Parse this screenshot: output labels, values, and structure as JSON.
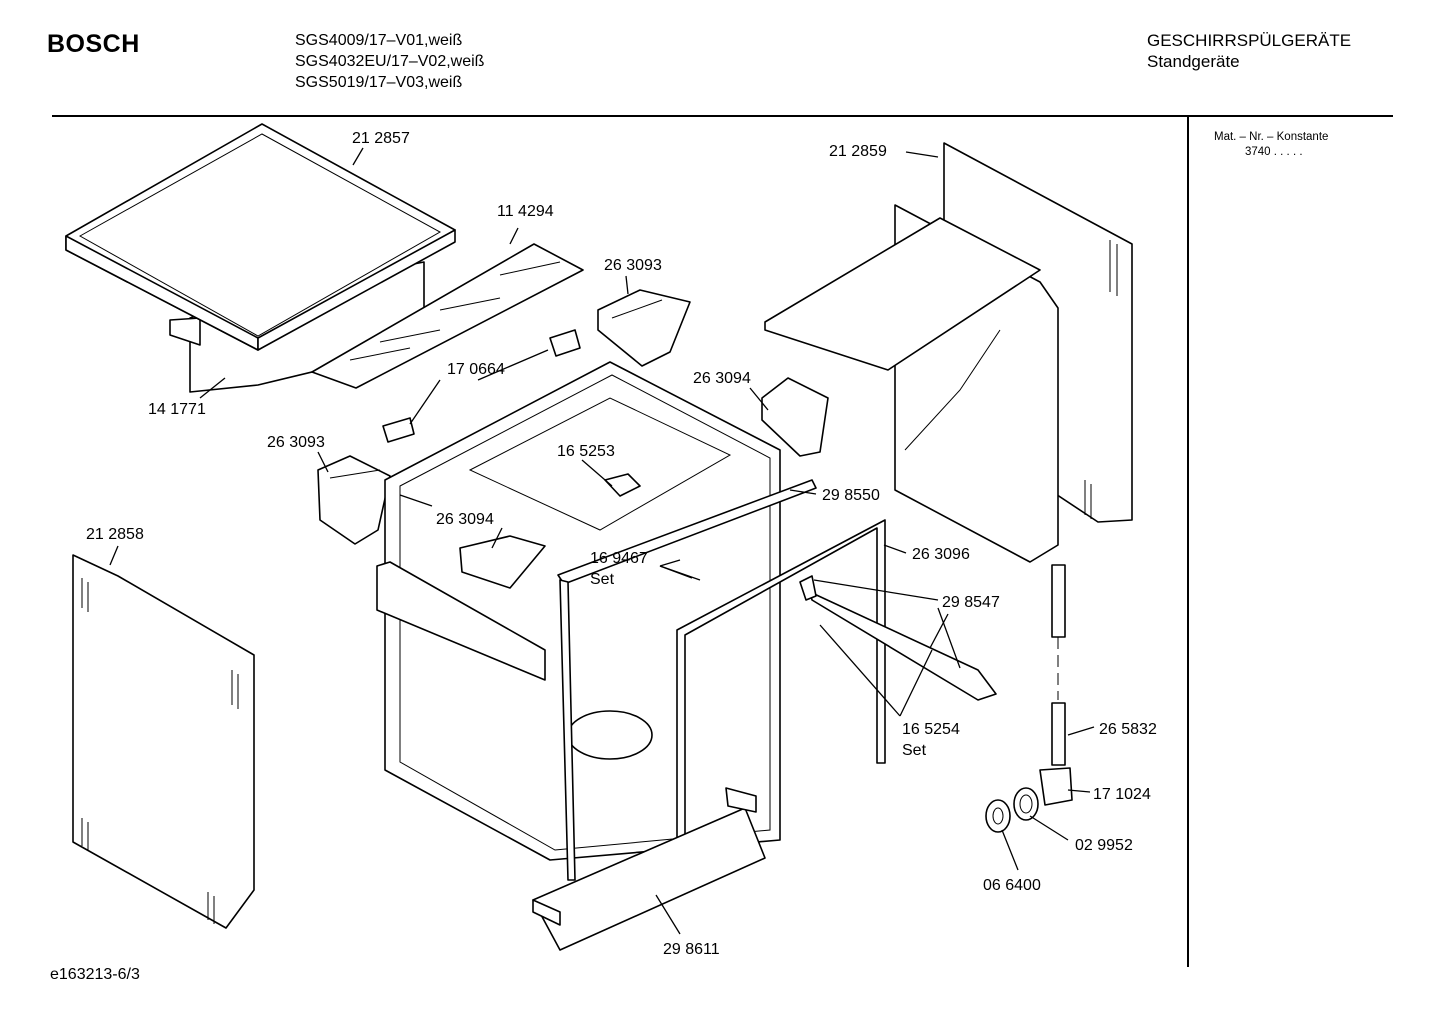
{
  "header": {
    "brand": "BOSCH",
    "models": [
      "SGS4009/17–V01,weiß",
      "SGS4032EU/17–V02,weiß",
      "SGS5019/17–V03,weiß"
    ],
    "category_title": "GESCHIRRSPÜLGERÄTE",
    "category_subtitle": "Standgeräte"
  },
  "sidebar": {
    "mat_label": "Mat. – Nr. – Konstante",
    "mat_value": "3740  .  .  .  .  ."
  },
  "footer": {
    "drawing_code": "e163213-6/3"
  },
  "part_labels": [
    {
      "id": "top-cover",
      "text": "21 2857"
    },
    {
      "id": "insulation-sheet",
      "text": "11 4294"
    },
    {
      "id": "lower-trim",
      "text": "14 1771"
    },
    {
      "id": "clip-right",
      "text": "26 3093"
    },
    {
      "id": "hinge-bracket",
      "text": "17 0664"
    },
    {
      "id": "bracket-right",
      "text": "26 3094"
    },
    {
      "id": "clip-left",
      "text": "26 3093"
    },
    {
      "id": "guide",
      "text": "16 5253"
    },
    {
      "id": "bracket-left",
      "text": "26 3094"
    },
    {
      "id": "side-panel-left",
      "text": "21 2858"
    },
    {
      "id": "side-panel-right",
      "text": "21 2859"
    },
    {
      "id": "seal-top",
      "text": "29 8550"
    },
    {
      "id": "door-seal",
      "text": "26 3096"
    },
    {
      "id": "spray-arm-set-label",
      "text": "16 9467"
    },
    {
      "id": "spray-arm-set-sub",
      "text": "Set"
    },
    {
      "id": "rail",
      "text": "29 8547"
    },
    {
      "id": "rail-set-label",
      "text": "16 5254"
    },
    {
      "id": "rail-set-sub",
      "text": "Set"
    },
    {
      "id": "hose",
      "text": "26 5832"
    },
    {
      "id": "elbow",
      "text": "17 1024"
    },
    {
      "id": "gasket",
      "text": "02 9952"
    },
    {
      "id": "cap",
      "text": "06 6400"
    },
    {
      "id": "kick-plate",
      "text": "29 8611"
    }
  ]
}
